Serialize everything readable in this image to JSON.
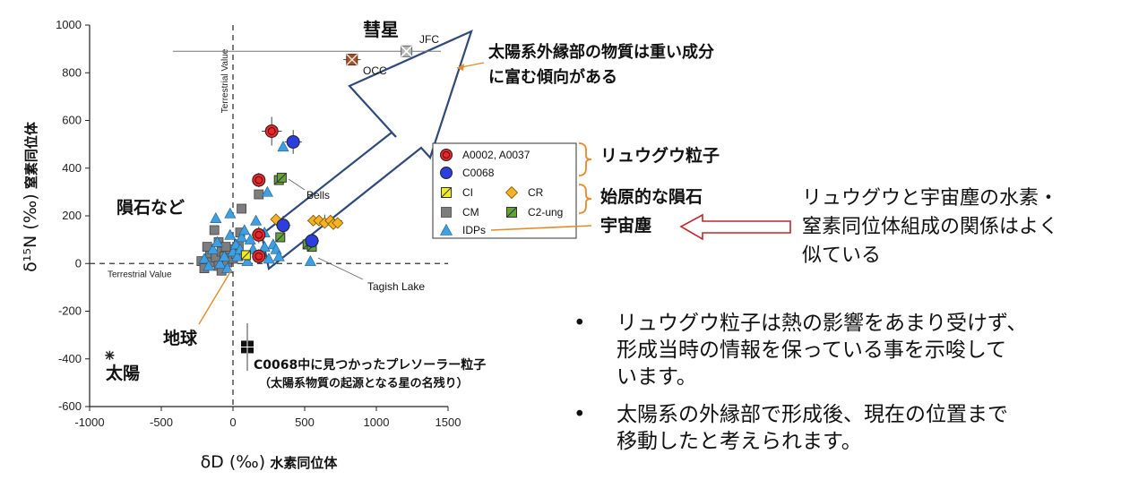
{
  "chart_data": {
    "type": "scatter",
    "xlabel": "δD (‰)",
    "xlabel_suffix": "水素同位体",
    "ylabel": "δ¹⁵N (‰)",
    "ylabel_suffix": "窒素同位体",
    "xlim": [
      -1000,
      1500
    ],
    "ylim": [
      -600,
      1000
    ],
    "xticks": [
      "-1000",
      "-500",
      "0",
      "500",
      "1000",
      "1500"
    ],
    "yticks": [
      "1000",
      "800",
      "600",
      "400",
      "200",
      "0",
      "-200",
      "-400",
      "-600"
    ],
    "terrestrial_value_label": "Terrestrial Value",
    "legend_position": "right",
    "legend": [
      {
        "key": "ryugu_a",
        "name": "A0002, A0037",
        "marker": "circle-x",
        "color": "#e8282a"
      },
      {
        "key": "ryugu_c",
        "name": "C0068",
        "marker": "circle",
        "color": "#2b3fe0"
      },
      {
        "key": "ci",
        "name": "CI",
        "marker": "square-diag",
        "color": "#f2ec1a"
      },
      {
        "key": "cr",
        "name": "CR",
        "marker": "diamond",
        "color": "#f4b224"
      },
      {
        "key": "cm",
        "name": "CM",
        "marker": "square",
        "color": "#7d7d7d"
      },
      {
        "key": "c2",
        "name": "C2-ung",
        "marker": "square-diag",
        "color": "#62a33a"
      },
      {
        "key": "idp",
        "name": "IDPs",
        "marker": "triangle",
        "color": "#3f9fe0"
      }
    ],
    "series": [
      {
        "key": "ryugu_a",
        "points": [
          [
            270,
            555
          ],
          [
            180,
            350
          ],
          [
            180,
            120
          ],
          [
            180,
            30
          ]
        ]
      },
      {
        "key": "ryugu_c",
        "points": [
          [
            420,
            510
          ],
          [
            350,
            160
          ],
          [
            550,
            95
          ]
        ]
      },
      {
        "key": "ci",
        "points": [
          [
            90,
            35
          ]
        ]
      },
      {
        "key": "cr",
        "points": [
          [
            560,
            180
          ],
          [
            600,
            180
          ],
          [
            640,
            170
          ],
          [
            680,
            180
          ],
          [
            700,
            165
          ],
          [
            730,
            170
          ],
          [
            300,
            185
          ]
        ]
      },
      {
        "key": "cm",
        "points": [
          [
            -220,
            10
          ],
          [
            -200,
            -20
          ],
          [
            -160,
            40
          ],
          [
            -150,
            5
          ],
          [
            -120,
            25
          ],
          [
            -100,
            -10
          ],
          [
            -80,
            50
          ],
          [
            -60,
            30
          ],
          [
            -40,
            5
          ],
          [
            -20,
            60
          ],
          [
            0,
            20
          ],
          [
            20,
            40
          ],
          [
            40,
            80
          ],
          [
            -130,
            140
          ],
          [
            -100,
            90
          ],
          [
            -50,
            70
          ],
          [
            50,
            130
          ],
          [
            60,
            230
          ],
          [
            180,
            290
          ],
          [
            -80,
            -30
          ],
          [
            -180,
            70
          ]
        ]
      },
      {
        "key": "c2",
        "points": [
          [
            320,
            350
          ],
          [
            340,
            360
          ],
          [
            520,
            80
          ],
          [
            550,
            70
          ],
          [
            330,
            110
          ]
        ]
      },
      {
        "key": "idp",
        "points": [
          [
            -200,
            20
          ],
          [
            -170,
            -10
          ],
          [
            -140,
            60
          ],
          [
            -110,
            90
          ],
          [
            -90,
            0
          ],
          [
            -60,
            30
          ],
          [
            -40,
            -20
          ],
          [
            -20,
            120
          ],
          [
            0,
            50
          ],
          [
            20,
            80
          ],
          [
            30,
            30
          ],
          [
            50,
            60
          ],
          [
            60,
            110
          ],
          [
            80,
            140
          ],
          [
            100,
            10
          ],
          [
            120,
            100
          ],
          [
            140,
            60
          ],
          [
            160,
            180
          ],
          [
            200,
            40
          ],
          [
            220,
            130
          ],
          [
            250,
            20
          ],
          [
            280,
            80
          ],
          [
            300,
            60
          ],
          [
            320,
            30
          ],
          [
            -20,
            210
          ],
          [
            350,
            490
          ],
          [
            540,
            10
          ],
          [
            220,
            70
          ],
          [
            240,
            300
          ],
          [
            -120,
            190
          ]
        ]
      },
      {
        "key": "comet_jfc",
        "points": [
          [
            1210,
            890
          ]
        ]
      },
      {
        "key": "comet_occ",
        "points": [
          [
            830,
            855
          ]
        ]
      },
      {
        "key": "sun",
        "points": [
          [
            -860,
            -385
          ]
        ]
      },
      {
        "key": "presolar",
        "points": [
          [
            100,
            -350
          ]
        ]
      }
    ],
    "annotations": {
      "jfc": "JFC",
      "occ": "OCC",
      "bells": "Bells",
      "tagish": "Tagish Lake",
      "comet": "彗星",
      "meteorites": "隕石など",
      "sun": "太陽",
      "earth": "地球",
      "presolar_1": "C0068中に見つかったプレソーラー粒子",
      "presolar_2": "（太陽系物質の起源となる星の名残り）",
      "outer_1": "太陽系外縁部の物質は重い成分",
      "outer_2": "に富む傾向がある",
      "ryugu": "リュウグウ粒子",
      "primitive": "始原的な隕石",
      "dust": "宇宙塵",
      "similar_1": "リュウグウと宇宙塵の水素・",
      "similar_2": "窒素同位体組成の関係はよく",
      "similar_3": "似ている"
    }
  },
  "bullets": [
    {
      "dot": "•",
      "lines": [
        "リュウグウ粒子は熱の影響をあまり受けず、",
        "形成当時の情報を保っている事を示唆して",
        "います。"
      ]
    },
    {
      "dot": "•",
      "lines": [
        "太陽系の外縁部で形成後、現在の位置まで",
        "移動したと考えられます。"
      ]
    }
  ],
  "colors": {
    "arrow": "#2f4a7a",
    "bracket": "#e58a2a",
    "callout": "#c0272d",
    "axis": "#222222"
  }
}
